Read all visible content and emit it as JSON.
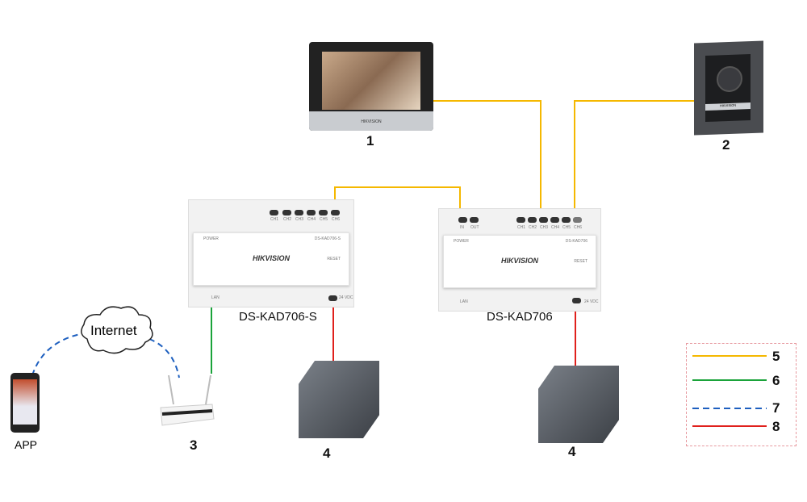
{
  "devices": {
    "monitor": {
      "number": "1",
      "brand": "HIKVISION"
    },
    "door_station": {
      "number": "2",
      "brand": "HIKVISION"
    },
    "router": {
      "number": "3"
    },
    "power_supply_1": {
      "number": "4"
    },
    "power_supply_2": {
      "number": "4"
    },
    "app": {
      "label": "APP"
    },
    "cloud": {
      "label": "Internet"
    },
    "distributor_s": {
      "label": "DS-KAD706-S",
      "brand": "HIKVISION",
      "model_print": "DS-KAD706-S",
      "power": "POWER",
      "reset": "RESET",
      "lan": "LAN",
      "vdc": "24 VDC",
      "channels": [
        "CH1",
        "CH2",
        "CH3",
        "CH4",
        "CH5",
        "CH6"
      ]
    },
    "distributor": {
      "label": "DS-KAD706",
      "brand": "HIKVISION",
      "model_print": "DS-KAD706",
      "power": "POWER",
      "reset": "RESET",
      "lan": "LAN",
      "in": "IN",
      "out": "OUT",
      "vdc": "24 VDC",
      "channels": [
        "CH1",
        "CH2",
        "CH3",
        "CH4",
        "CH5",
        "CH6"
      ]
    }
  },
  "legend": [
    {
      "number": "5",
      "color": "#f5b800",
      "style": "solid"
    },
    {
      "number": "6",
      "color": "#1aa33a",
      "style": "solid"
    },
    {
      "number": "7",
      "color": "#1d5fbf",
      "style": "dashed"
    },
    {
      "number": "8",
      "color": "#e0201c",
      "style": "solid"
    }
  ]
}
